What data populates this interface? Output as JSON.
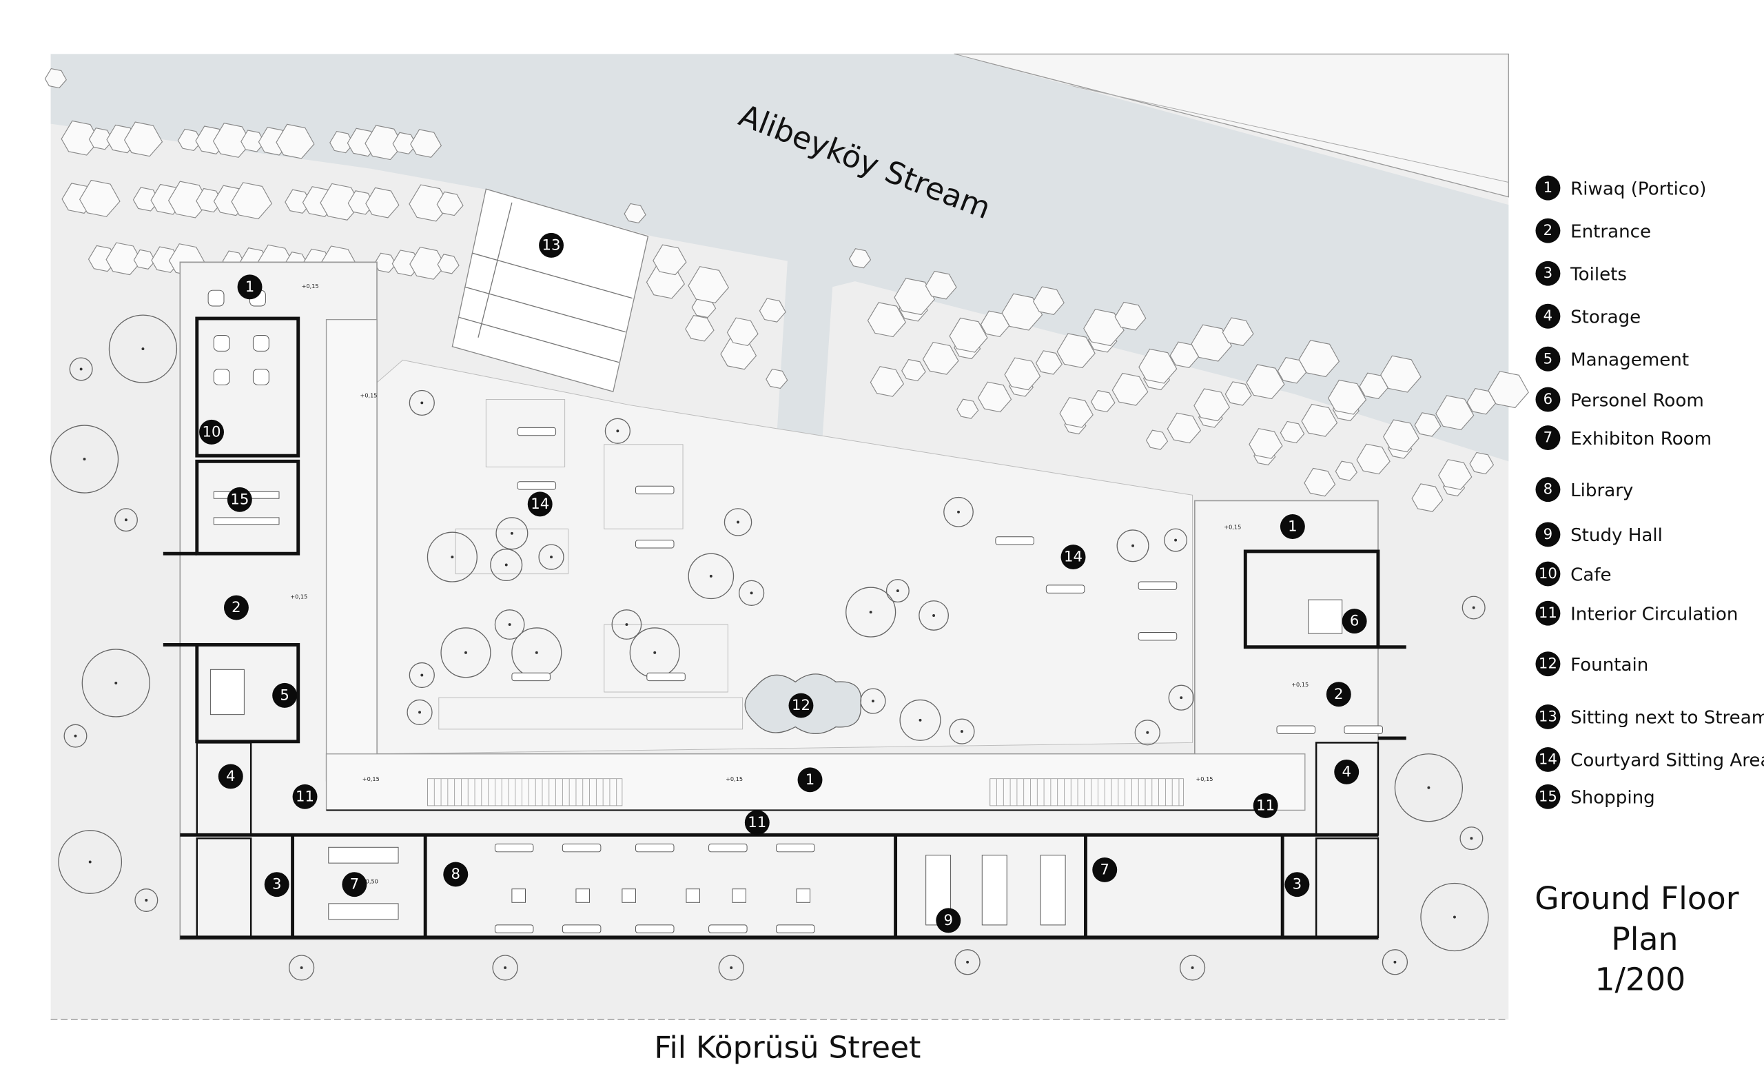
{
  "title": {
    "line1": "Ground Floor",
    "line2": "Plan",
    "scale": "1/200"
  },
  "labels": {
    "stream": "Alibeyköy Stream",
    "street": "Fil Köprüsü Street"
  },
  "levels": {
    "main": "+0,15",
    "exhibition": "0,50"
  },
  "legend": {
    "items": [
      {
        "num": "1",
        "label": "Riwaq (Portico)"
      },
      {
        "num": "2",
        "label": "Entrance"
      },
      {
        "num": "3",
        "label": "Toilets"
      },
      {
        "num": "4",
        "label": "Storage"
      },
      {
        "num": "5",
        "label": "Management"
      },
      {
        "num": "6",
        "label": "Personel Room"
      },
      {
        "num": "7",
        "label": "Exhibiton Room"
      },
      {
        "num": "8",
        "label": "Library"
      },
      {
        "num": "9",
        "label": "Study Hall"
      },
      {
        "num": "10",
        "label": "Cafe"
      },
      {
        "num": "11",
        "label": "Interior Circulation"
      },
      {
        "num": "12",
        "label": "Fountain"
      },
      {
        "num": "13",
        "label": "Sitting next to Stream"
      },
      {
        "num": "14",
        "label": "Courtyard Sitting Area"
      },
      {
        "num": "15",
        "label": "Shopping"
      }
    ]
  },
  "colors": {
    "water": "#dde2e5",
    "ground": "#eeeeee",
    "ink": "#111111"
  }
}
